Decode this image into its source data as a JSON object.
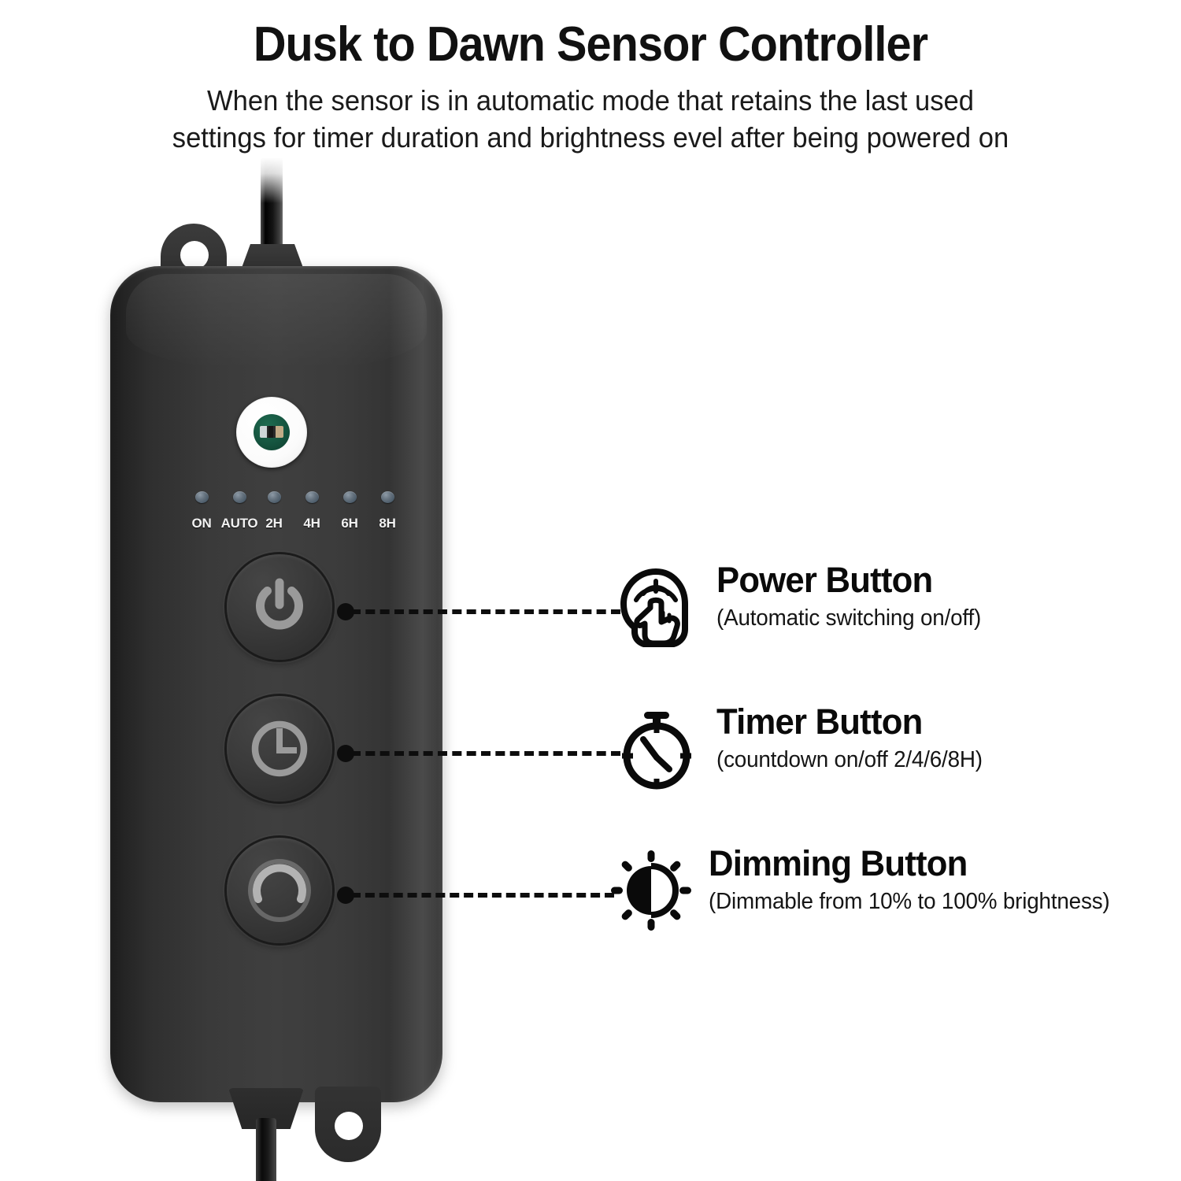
{
  "header": {
    "title": "Dusk to Dawn Sensor Controller",
    "subtitle_line1": "When the sensor is in automatic mode that retains the last used",
    "subtitle_line2": "settings for timer duration and brightness evel after being powered on"
  },
  "device": {
    "sensor_icon": "photocell-sensor-window",
    "cable_top_icon": "power-cable",
    "cable_bottom_icon": "power-cable",
    "mount_tab_top_icon": "mounting-tab-hole",
    "mount_tab_bottom_icon": "mounting-tab-hole",
    "leds": {
      "mode": [
        {
          "label": "ON",
          "color": "#5a6b78"
        },
        {
          "label": "AUTO",
          "color": "#5a6b78"
        }
      ],
      "timer": [
        {
          "label": "2H",
          "color": "#5a6b78"
        },
        {
          "label": "4H",
          "color": "#5a6b78"
        },
        {
          "label": "6H",
          "color": "#5a6b78"
        },
        {
          "label": "8H",
          "color": "#5a6b78"
        }
      ]
    },
    "buttons": [
      {
        "name": "power",
        "icon": "power-symbol-icon"
      },
      {
        "name": "timer",
        "icon": "clock-icon"
      },
      {
        "name": "dimming",
        "icon": "dimmer-arc-icon"
      }
    ]
  },
  "callouts": [
    {
      "id": "power",
      "icon": "hand-tap-power-icon",
      "title": "Power Button",
      "subtitle": "(Automatic switching on/off)"
    },
    {
      "id": "timer",
      "icon": "stopwatch-icon",
      "title": "Timer Button",
      "subtitle": "(countdown on/off 2/4/6/8H)"
    },
    {
      "id": "dimming",
      "icon": "half-sun-brightness-icon",
      "title": "Dimming Button",
      "subtitle": "(Dimmable from 10% to 100% brightness)"
    }
  ],
  "colors": {
    "background": "#ffffff",
    "text": "#0a0a0a",
    "device_body": "#3a3a3a",
    "led": "#5a6b78",
    "sensor_green": "#15543f"
  }
}
